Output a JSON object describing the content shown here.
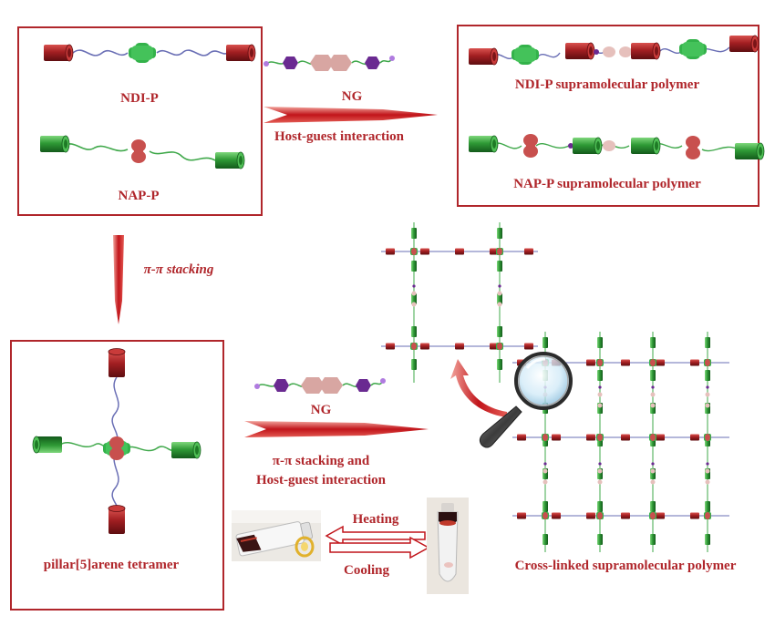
{
  "colors": {
    "accent": "#b0262b",
    "label_red": "#b0262b",
    "ndi_green": "#33b24a",
    "nap_red": "#c8504e",
    "cylinder_red": "#a31f22",
    "cylinder_green": "#2f9a36",
    "chain_blue": "#6a6fb5",
    "chain_green": "#3fa84a",
    "guest_purple": "#6a2a91",
    "guest_pink": "#d8a6a2"
  },
  "labels": {
    "ndi_p": "NDI-P",
    "nap_p": "NAP-P",
    "ng_top": "NG",
    "host_guest": "Host-guest interaction",
    "ndi_polymer": "NDI-P supramolecular polymer",
    "nap_polymer": "NAP-P supramolecular polymer",
    "pi_stacking": "π-π stacking",
    "tetramer": "pillar[5]arene tetramer",
    "ng_mid": "NG",
    "pi_stacking_and": "π-π stacking and",
    "host_guest_2": "Host-guest interaction",
    "heating": "Heating",
    "cooling": "Cooling",
    "crosslinked": "Cross-linked supramolecular polymer"
  },
  "icons": [
    "magnifier-icon",
    "curved-arrow-icon",
    "vial-photo",
    "inverted-vial-photo"
  ]
}
